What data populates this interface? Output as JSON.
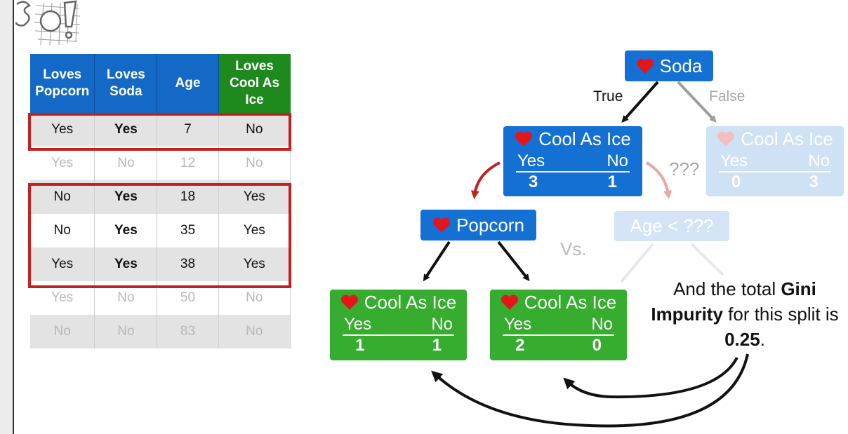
{
  "table": {
    "headers": [
      "Loves Popcorn",
      "Loves Soda",
      "Age",
      "Loves Cool As Ice"
    ],
    "rows": [
      [
        "Yes",
        "Yes",
        "7",
        "No"
      ],
      [
        "Yes",
        "No",
        "12",
        "No"
      ],
      [
        "No",
        "Yes",
        "18",
        "Yes"
      ],
      [
        "No",
        "Yes",
        "35",
        "Yes"
      ],
      [
        "Yes",
        "Yes",
        "38",
        "Yes"
      ],
      [
        "Yes",
        "No",
        "50",
        "No"
      ],
      [
        "No",
        "No",
        "83",
        "No"
      ]
    ]
  },
  "tree": {
    "root": {
      "label": "Soda"
    },
    "true_label": "True",
    "false_label": "False",
    "left_leaf": {
      "label": "Cool As Ice",
      "yes": "Yes",
      "no": "No",
      "yes_count": "3",
      "no_count": "1"
    },
    "right_leaf": {
      "label": "Cool As Ice",
      "yes": "Yes",
      "no": "No",
      "yes_count": "0",
      "no_count": "3"
    },
    "unknown": "???",
    "popcorn": {
      "label": "Popcorn"
    },
    "age_node": {
      "label": "Age < ???"
    },
    "vs": "Vs.",
    "leaf_a": {
      "label": "Cool As Ice",
      "yes": "Yes",
      "no": "No",
      "yes_count": "1",
      "no_count": "1"
    },
    "leaf_b": {
      "label": "Cool As Ice",
      "yes": "Yes",
      "no": "No",
      "yes_count": "2",
      "no_count": "0"
    }
  },
  "note": {
    "part1": "And the total ",
    "bold1": "Gini Impurity",
    "part2": " for this split is ",
    "bold2": "0.25",
    "part3": "."
  },
  "colors": {
    "blue": "#1570d4",
    "green": "#36ad2f",
    "red": "#c4201f"
  }
}
